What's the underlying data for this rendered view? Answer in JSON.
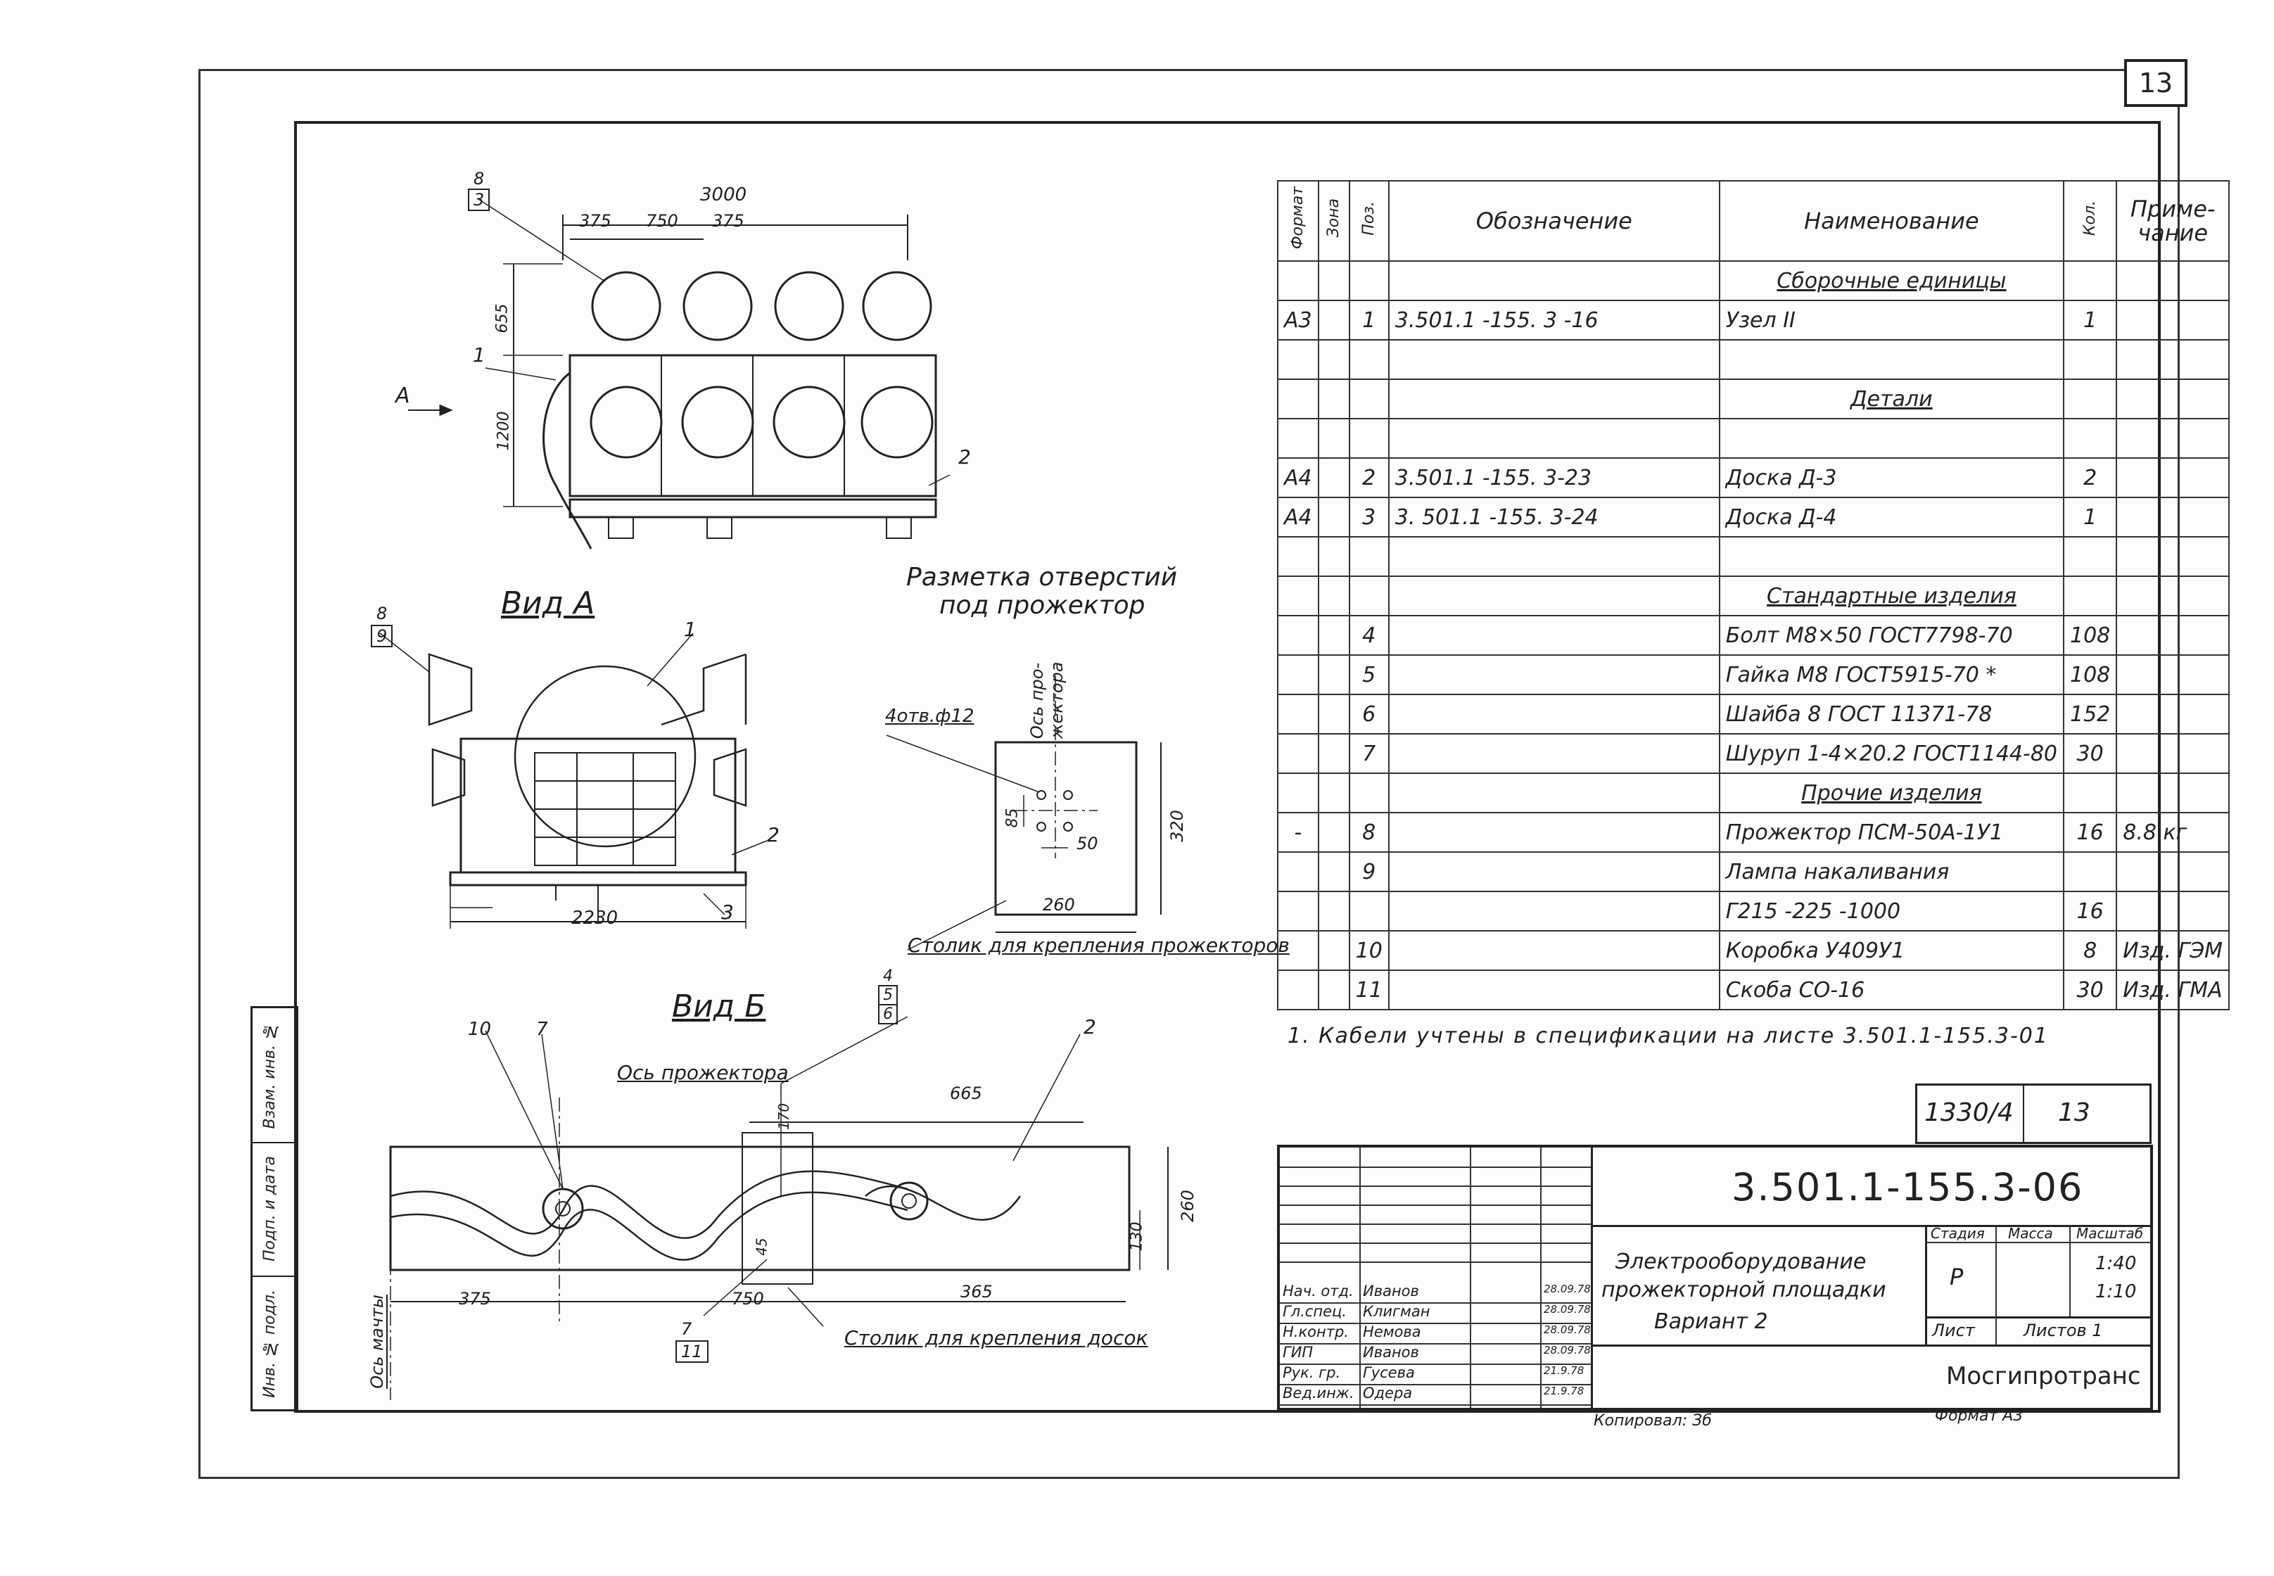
{
  "page_number": "13",
  "drawing_code": "3.501.1-155.3-06",
  "archive_number": "1330/4",
  "archive_sheet": "13",
  "views": {
    "view_a": "Вид А",
    "view_b": "Вид Б",
    "arrow_a": "А",
    "marking_title_1": "Разметка отверстий",
    "marking_title_2": "под прожектор",
    "holes_label": "4отв.ф12",
    "axis_projector_vertical": "Ось про-жектора",
    "projector_table_label": "Столик для крепления прожекторов",
    "board_table_label": "Столик для крепления досок",
    "projector_axis_label": "Ось прожектора",
    "mast_axis_label": "Ось мачты"
  },
  "dimensions": {
    "top_overall": "3000",
    "top_a": "375",
    "top_b": "750",
    "top_c": "375",
    "height_655": "655",
    "height_1200": "1200",
    "width_2230": "2230",
    "plate_260": "260",
    "plate_320": "320",
    "plate_85": "85",
    "plate_50": "50",
    "b_665": "665",
    "b_375": "375",
    "b_750": "750",
    "b_365": "365",
    "b_260": "260",
    "b_130": "130",
    "b_45": "45",
    "b_170": "170"
  },
  "callouts": {
    "top_8_3": [
      "8",
      "3"
    ],
    "top_1": "1",
    "top_2": "2",
    "a_8_9": [
      "8",
      "9"
    ],
    "a_1": "1",
    "a_2": "2",
    "a_3": "3",
    "b_10": "10",
    "b_7": "7",
    "b_2": "2",
    "b_4_5_6": [
      "4",
      "5",
      "6"
    ],
    "b_7_11": [
      "7",
      "11"
    ]
  },
  "spec_table": {
    "headers": {
      "format": "Формат",
      "zone": "Зона",
      "pos": "Поз.",
      "designation": "Обозначение",
      "name": "Наименование",
      "qty": "Кол.",
      "note": "Приме-чание"
    },
    "rows": [
      {
        "format": "",
        "pos": "",
        "designation": "",
        "name": "Сборочные единицы",
        "qty": "",
        "note": "",
        "section": true
      },
      {
        "format": "А3",
        "pos": "1",
        "designation": "3.501.1 -155. 3 -16",
        "name": "Узел II",
        "qty": "1",
        "note": ""
      },
      {
        "format": "",
        "pos": "",
        "designation": "",
        "name": "",
        "qty": "",
        "note": ""
      },
      {
        "format": "",
        "pos": "",
        "designation": "",
        "name": "Детали",
        "qty": "",
        "note": "",
        "section": true
      },
      {
        "format": "",
        "pos": "",
        "designation": "",
        "name": "",
        "qty": "",
        "note": ""
      },
      {
        "format": "А4",
        "pos": "2",
        "designation": "3.501.1 -155. 3-23",
        "name": "Доска Д-3",
        "qty": "2",
        "note": ""
      },
      {
        "format": "А4",
        "pos": "3",
        "designation": "3. 501.1 -155. 3-24",
        "name": "Доска Д-4",
        "qty": "1",
        "note": ""
      },
      {
        "format": "",
        "pos": "",
        "designation": "",
        "name": "",
        "qty": "",
        "note": ""
      },
      {
        "format": "",
        "pos": "",
        "designation": "",
        "name": "Стандартные изделия",
        "qty": "",
        "note": "",
        "section": true
      },
      {
        "format": "",
        "pos": "4",
        "designation": "",
        "name": "Болт М8×50 ГОСТ7798-70",
        "qty": "108",
        "note": ""
      },
      {
        "format": "",
        "pos": "5",
        "designation": "",
        "name": "Гайка М8 ГОСТ5915-70 *",
        "qty": "108",
        "note": ""
      },
      {
        "format": "",
        "pos": "6",
        "designation": "",
        "name": "Шайба 8 ГОСТ 11371-78",
        "qty": "152",
        "note": ""
      },
      {
        "format": "",
        "pos": "7",
        "designation": "",
        "name": "Шуруп 1-4×20.2 ГОСТ1144-80",
        "qty": "30",
        "note": ""
      },
      {
        "format": "",
        "pos": "",
        "designation": "",
        "name": "Прочие изделия",
        "qty": "",
        "note": "",
        "section": true
      },
      {
        "format": "-",
        "pos": "8",
        "designation": "",
        "name": "Прожектор ПСМ-50А-1У1",
        "qty": "16",
        "note": "8.8 кг"
      },
      {
        "format": "",
        "pos": "9",
        "designation": "",
        "name": "Лампа накаливания",
        "qty": "",
        "note": ""
      },
      {
        "format": "",
        "pos": "",
        "designation": "",
        "name": "Г215 -225 -1000",
        "qty": "16",
        "note": ""
      },
      {
        "format": "",
        "pos": "10",
        "designation": "",
        "name": "Коробка У409У1",
        "qty": "8",
        "note": "Изд. ГЭМ"
      },
      {
        "format": "",
        "pos": "11",
        "designation": "",
        "name": "Скоба СО-16",
        "qty": "30",
        "note": "Изд. ГМА"
      }
    ]
  },
  "note": "1. Кабели учтены в спецификации на листе 3.501.1-155.3-01",
  "title_block": {
    "title_line1": "Электрооборудование",
    "title_line2": "прожекторной площадки",
    "title_line3": "Вариант 2",
    "stage_label": "Стадия",
    "mass_label": "Масса",
    "scale_label": "Масштаб",
    "stage": "Р",
    "scale1": "1:40",
    "scale2": "1:10",
    "sheet_label": "Лист",
    "sheets_label": "Листов 1",
    "org": "Мосгипротранс",
    "signatures": [
      {
        "role": "Нач. отд.",
        "name": "Иванов",
        "date": "28.09.78"
      },
      {
        "role": "Гл.спец.",
        "name": "Клигман",
        "date": "28.09.78"
      },
      {
        "role": "Н.контр.",
        "name": "Немова",
        "date": "28.09.78"
      },
      {
        "role": "ГИП",
        "name": "Иванов",
        "date": "28.09.78"
      },
      {
        "role": "Рук. гр.",
        "name": "Гусева",
        "date": "21.9.78"
      },
      {
        "role": "Вед.инж.",
        "name": "Одера",
        "date": "21.9.78"
      }
    ],
    "copied": "Копировал: Зб",
    "format": "Формат А3"
  },
  "side_stamp": [
    "Взам. инв. №",
    "Подп. и дата",
    "Инв. № подл."
  ]
}
